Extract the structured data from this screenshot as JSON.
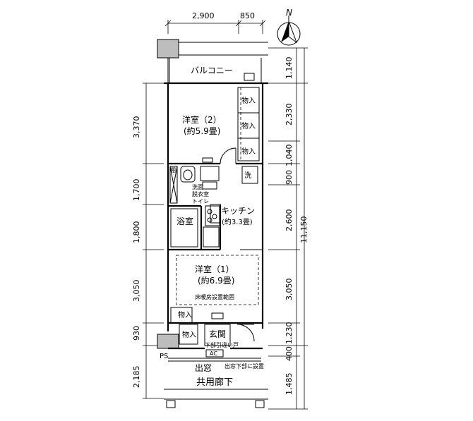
{
  "compass": {
    "label": "N"
  },
  "rooms": {
    "balcony": "バルコニー",
    "western_room_2": "洋室（2）",
    "western_room_2_size": "(約5.9畳)",
    "storage": "物入",
    "washer": "洗",
    "shelf": "棚",
    "wash_room_1": "洗面",
    "wash_room_2": "脱衣室",
    "wash_room_3": "トイレ",
    "bathroom": "浴室",
    "kitchen": "キッチン",
    "kitchen_size": "(約3.3畳)",
    "western_room_1": "洋室（1）",
    "western_room_1_size": "(約6.9畳)",
    "floor_heating": "床暖房設置範囲",
    "entrance": "玄関",
    "shoe_box": "下部引違い戸",
    "ps": "PS",
    "ac": "AC",
    "bay_window": "出窓",
    "sill_note": "出窓下部に設置",
    "corridor": "共用廊下"
  },
  "dimensions": {
    "top": [
      "2,900",
      "850"
    ],
    "left": [
      "3,370",
      "1,700",
      "1,800",
      "3,050",
      "930",
      "2,185"
    ],
    "right_inner": [
      "1,140",
      "2,330",
      "1,040",
      "900",
      "2,600",
      "3,050",
      "1,230",
      "400",
      "1,485"
    ],
    "right_total": "11,150"
  }
}
